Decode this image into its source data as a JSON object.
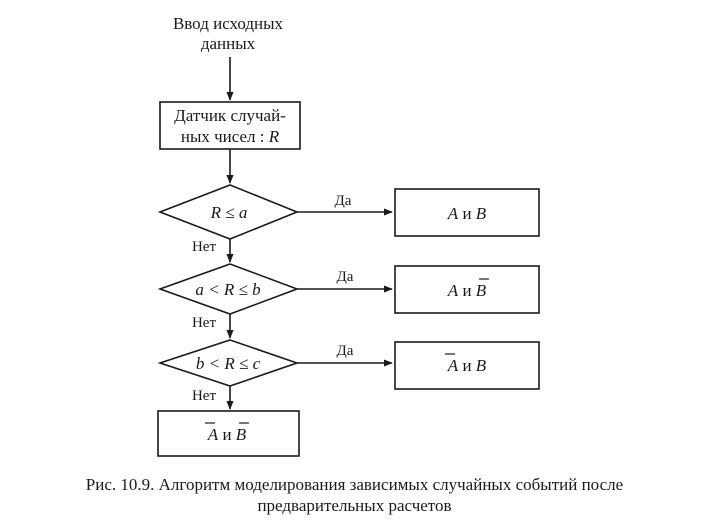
{
  "flowchart": {
    "start": {
      "line1": "Ввод исходных",
      "line2": "данных"
    },
    "generator": {
      "line1": "Датчик случай-",
      "line2": "ных чисел :",
      "var": "R"
    },
    "decisions": [
      {
        "pre": "",
        "mid": "",
        "post": "R ≤ a",
        "yes": "Да",
        "no": "Нет"
      },
      {
        "pre": "a",
        "mid": " < ",
        "post": "R ≤ b",
        "yes": "Да",
        "no": "Нет"
      },
      {
        "pre": "b",
        "mid": " < ",
        "post": "R ≤ c",
        "yes": "Да",
        "no": "Нет"
      }
    ],
    "outcomes": [
      {
        "left": "A",
        "conj": " и ",
        "right": "B",
        "left_bar": false,
        "right_bar": false
      },
      {
        "left": "A",
        "conj": " и ",
        "right": "B",
        "left_bar": false,
        "right_bar": true
      },
      {
        "left": "A",
        "conj": " и ",
        "right": "B",
        "left_bar": true,
        "right_bar": false
      },
      {
        "left": "A",
        "conj": " и ",
        "right": "B",
        "left_bar": true,
        "right_bar": true
      }
    ]
  },
  "caption": {
    "line1": "Рис. 10.9. Алгоритм моделирования зависимых случайных событий после",
    "line2": "предварительных расчетов"
  }
}
